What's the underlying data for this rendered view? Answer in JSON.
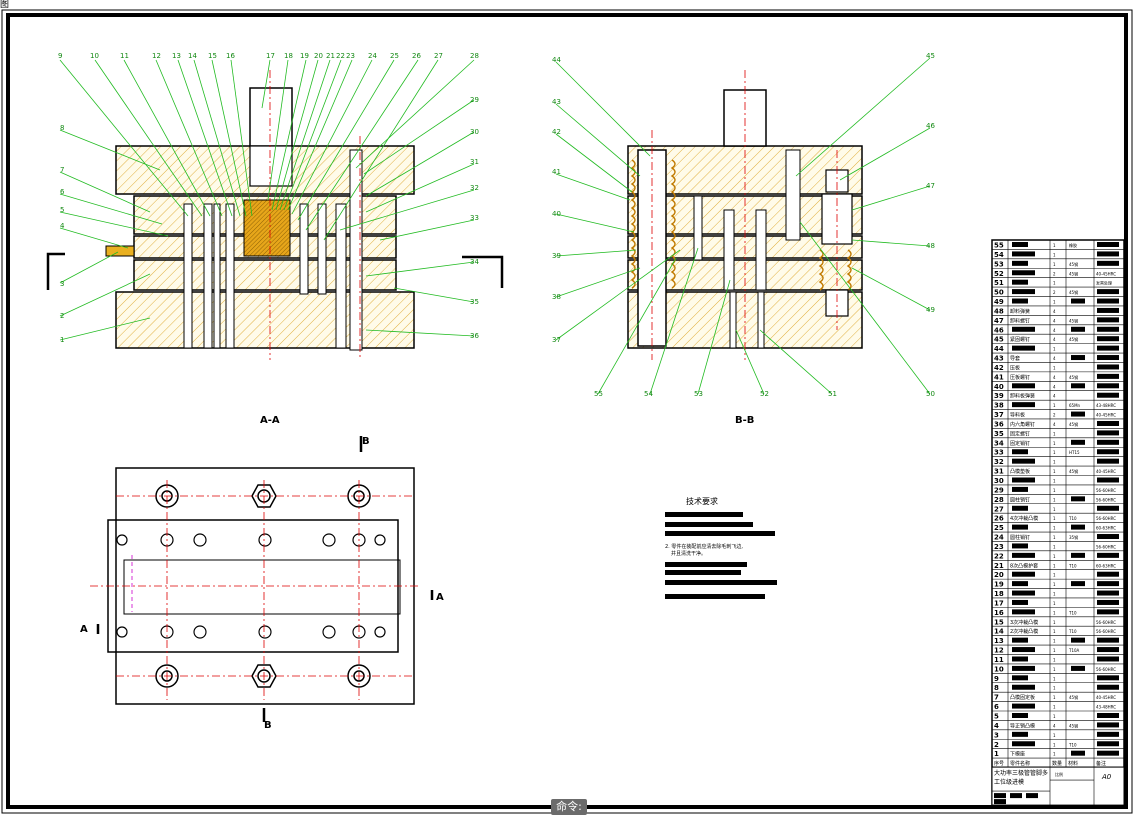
{
  "corner_label": "图",
  "command_label": "命令:",
  "view_titles": {
    "section_aa": "A-A",
    "section_bb": "B-B"
  },
  "section_marks": {
    "a": "A",
    "b": "B"
  },
  "tech_req": {
    "title": "技术要求",
    "line2": "2. 零件在装配前应清去除毛刺飞边,",
    "line2b": "并且清洗干净。"
  },
  "view1_labels": [
    "9",
    "10",
    "11",
    "12",
    "13",
    "14",
    "15",
    "16",
    "17",
    "18",
    "19",
    "20",
    "21",
    "22",
    "23",
    "24",
    "25",
    "26",
    "27",
    "28",
    "8",
    "7",
    "6",
    "5",
    "4",
    "3",
    "2",
    "1",
    "29",
    "30",
    "31",
    "32",
    "33",
    "34",
    "35",
    "36"
  ],
  "view2_labels": [
    "44",
    "43",
    "42",
    "41",
    "40",
    "39",
    "38",
    "37",
    "45",
    "46",
    "47",
    "48",
    "49",
    "50",
    "51",
    "52",
    "53",
    "54",
    "55"
  ],
  "bom": {
    "header": {
      "no": "序号",
      "name": "零件名称",
      "qty": "数量",
      "material": "材料",
      "note": "备注"
    },
    "title_block": {
      "drawing_name": "大功率三极管管脚多工位级进模",
      "scale": "比例",
      "sheet": "A0"
    },
    "rows": [
      {
        "no": "55",
        "name": "",
        "qty": "1",
        "material": "橡胶",
        "note": ""
      },
      {
        "no": "54",
        "name": "",
        "qty": "1",
        "material": "",
        "note": ""
      },
      {
        "no": "53",
        "name": "",
        "qty": "1",
        "material": "45钢",
        "note": ""
      },
      {
        "no": "52",
        "name": "",
        "qty": "2",
        "material": "45钢",
        "note": "40-45HRC"
      },
      {
        "no": "51",
        "name": "",
        "qty": "1",
        "material": "",
        "note": "发黑处理"
      },
      {
        "no": "50",
        "name": "",
        "qty": "2",
        "material": "45钢",
        "note": ""
      },
      {
        "no": "49",
        "name": "",
        "qty": "1",
        "material": "",
        "note": ""
      },
      {
        "no": "48",
        "name": "卸料弹簧",
        "qty": "4",
        "material": "",
        "note": ""
      },
      {
        "no": "47",
        "name": "卸料螺钉",
        "qty": "4",
        "material": "45钢",
        "note": ""
      },
      {
        "no": "46",
        "name": "",
        "qty": "4",
        "material": "",
        "note": ""
      },
      {
        "no": "45",
        "name": "紧固螺钉",
        "qty": "4",
        "material": "45钢",
        "note": ""
      },
      {
        "no": "44",
        "name": "",
        "qty": "1",
        "material": "",
        "note": ""
      },
      {
        "no": "43",
        "name": "导套",
        "qty": "4",
        "material": "",
        "note": ""
      },
      {
        "no": "42",
        "name": "压板",
        "qty": "1",
        "material": "",
        "note": ""
      },
      {
        "no": "41",
        "name": "压板螺钉",
        "qty": "4",
        "material": "45钢",
        "note": ""
      },
      {
        "no": "40",
        "name": "",
        "qty": "4",
        "material": "",
        "note": ""
      },
      {
        "no": "39",
        "name": "卸料板弹簧",
        "qty": "4",
        "material": "",
        "note": ""
      },
      {
        "no": "38",
        "name": "",
        "qty": "1",
        "material": "65Mn",
        "note": "43-48HRC"
      },
      {
        "no": "37",
        "name": "导料板",
        "qty": "2",
        "material": "",
        "note": "40-45HRC"
      },
      {
        "no": "36",
        "name": "内六角螺钉",
        "qty": "4",
        "material": "45钢",
        "note": ""
      },
      {
        "no": "35",
        "name": "固定螺钉",
        "qty": "1",
        "material": "",
        "note": ""
      },
      {
        "no": "34",
        "name": "固定销钉",
        "qty": "1",
        "material": "",
        "note": ""
      },
      {
        "no": "33",
        "name": "",
        "qty": "1",
        "material": "HT15",
        "note": ""
      },
      {
        "no": "32",
        "name": "",
        "qty": "1",
        "material": "",
        "note": ""
      },
      {
        "no": "31",
        "name": "凸模垫板",
        "qty": "1",
        "material": "45钢",
        "note": "40-45HRC"
      },
      {
        "no": "30",
        "name": "",
        "qty": "1",
        "material": "",
        "note": ""
      },
      {
        "no": "29",
        "name": "",
        "qty": "1",
        "material": "",
        "note": "56-60HRC"
      },
      {
        "no": "28",
        "name": "圆柱销钉",
        "qty": "1",
        "material": "",
        "note": "56-60HRC"
      },
      {
        "no": "27",
        "name": "",
        "qty": "1",
        "material": "",
        "note": ""
      },
      {
        "no": "26",
        "name": "4次冲裁凸模",
        "qty": "1",
        "material": "T10",
        "note": "56-60HRC"
      },
      {
        "no": "25",
        "name": "",
        "qty": "1",
        "material": "",
        "note": "60-63HRC"
      },
      {
        "no": "24",
        "name": "圆柱销钉",
        "qty": "1",
        "material": "35钢",
        "note": ""
      },
      {
        "no": "23",
        "name": "",
        "qty": "1",
        "material": "",
        "note": "56-60HRC"
      },
      {
        "no": "22",
        "name": "",
        "qty": "1",
        "material": "",
        "note": ""
      },
      {
        "no": "21",
        "name": "8次凸模护套",
        "qty": "1",
        "material": "T10",
        "note": "60-63HRC"
      },
      {
        "no": "20",
        "name": "",
        "qty": "1",
        "material": "",
        "note": ""
      },
      {
        "no": "19",
        "name": "",
        "qty": "1",
        "material": "",
        "note": ""
      },
      {
        "no": "18",
        "name": "",
        "qty": "1",
        "material": "",
        "note": ""
      },
      {
        "no": "17",
        "name": "",
        "qty": "1",
        "material": "",
        "note": ""
      },
      {
        "no": "16",
        "name": "",
        "qty": "1",
        "material": "T10",
        "note": ""
      },
      {
        "no": "15",
        "name": "3次冲裁凸模",
        "qty": "1",
        "material": "",
        "note": "56-60HRC"
      },
      {
        "no": "14",
        "name": "2次冲裁凸模",
        "qty": "1",
        "material": "T10",
        "note": "56-60HRC"
      },
      {
        "no": "13",
        "name": "",
        "qty": "1",
        "material": "",
        "note": ""
      },
      {
        "no": "12",
        "name": "",
        "qty": "1",
        "material": "T10A",
        "note": ""
      },
      {
        "no": "11",
        "name": "",
        "qty": "1",
        "material": "",
        "note": ""
      },
      {
        "no": "10",
        "name": "",
        "qty": "1",
        "material": "",
        "note": "56-60HRC"
      },
      {
        "no": "9",
        "name": "",
        "qty": "1",
        "material": "",
        "note": ""
      },
      {
        "no": "8",
        "name": "",
        "qty": "1",
        "material": "",
        "note": ""
      },
      {
        "no": "7",
        "name": "凸模固定板",
        "qty": "1",
        "material": "45钢",
        "note": "40-45HRC"
      },
      {
        "no": "6",
        "name": "",
        "qty": "1",
        "material": "",
        "note": "43-48HRC"
      },
      {
        "no": "5",
        "name": "",
        "qty": "1",
        "material": "",
        "note": ""
      },
      {
        "no": "4",
        "name": "导正销凸模",
        "qty": "4",
        "material": "45钢",
        "note": ""
      },
      {
        "no": "3",
        "name": "",
        "qty": "1",
        "material": "",
        "note": ""
      },
      {
        "no": "2",
        "name": "",
        "qty": "1",
        "material": "T10",
        "note": ""
      },
      {
        "no": "1",
        "name": "下模座",
        "qty": "1",
        "material": "",
        "note": ""
      }
    ]
  }
}
